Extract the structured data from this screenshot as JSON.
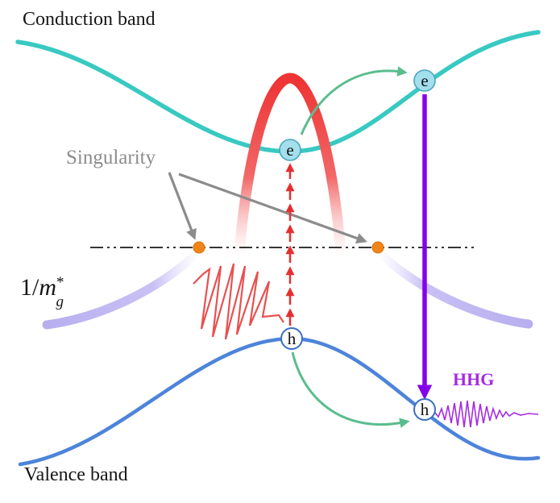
{
  "figure": {
    "conduction_band_label": "Conduction band",
    "valence_band_label": "Valence band",
    "singularity_label": "Singularity",
    "hhg_label": "HHG",
    "inverse_mass_label": {
      "prefix": "1/",
      "symbol": "m",
      "sup": "*",
      "sub": "g"
    },
    "electron_symbol": "e",
    "hole_symbol": "h"
  },
  "colors": {
    "conduction_band": "#38c9c2",
    "valence_band": "#4d84da",
    "inverse_mass_peak_red": "#ee3434",
    "inverse_mass_wings_lavender": "#b7aeef",
    "singularity_dot_orange": "#f08418",
    "annotation_gray": "#8c8c8c",
    "excitation_arrow_red": "#e53030",
    "laser_pulse_red": "#e85050",
    "scattering_arrow_green": "#5abd8e",
    "recombination_arrow_purple": "#8400e8",
    "hhg_purple": "#a52ce0",
    "zero_axis_black": "#1a1a1a",
    "electron_fill": "#a3dfec",
    "electron_stroke": "#4aa6bd",
    "hole_fill": "#ffffff",
    "hole_stroke": "#3a6fc4",
    "label_black": "#161616"
  }
}
